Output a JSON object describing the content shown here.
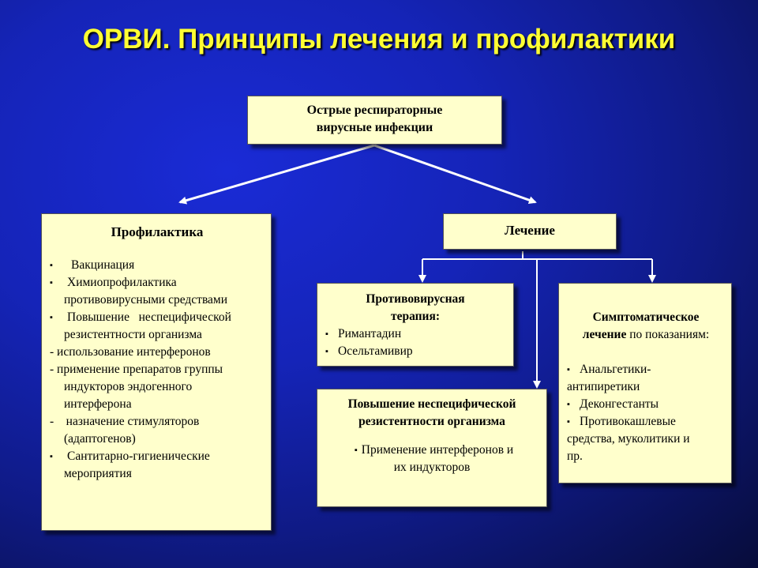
{
  "title": "ОРВИ. Принципы лечения и профилактики",
  "bullet": "▪",
  "root": {
    "line1": "Острые респираторные",
    "line2": "вирусные инфекции"
  },
  "prophylaxis": {
    "heading": "Профилактика",
    "items": [
      "Вакцинация",
      "Химиопрофилактика",
      "противовирусными средствами",
      "Повышение   неспецифической",
      "резистентности организма",
      "- использование интерферонов",
      "- применение препаратов группы",
      "индукторов эндогенного",
      "интерферона",
      "-    назначение стимуляторов",
      "(адаптогенов)",
      "Сантитарно-гигиенические",
      "мероприятия"
    ]
  },
  "treatment": {
    "heading": "Лечение"
  },
  "antiviral": {
    "heading1": "Противовирусная",
    "heading2": "терапия:",
    "items": [
      "Римантадин",
      "Осельтамивир"
    ]
  },
  "nonspecific": {
    "heading1": "Повышение неспецифической",
    "heading2": "резистентности организма",
    "item1": "Применение интерферонов и",
    "item2": "их индукторов"
  },
  "symptomatic": {
    "heading1": "Симптоматическое",
    "heading2_bold": "лечение",
    "heading2_rest": " по показаниям:",
    "items": [
      "Анальгетики-",
      "антипиретики",
      "Деконгестанты",
      "Противокашлевые",
      "средства, муколитики и",
      "пр."
    ]
  }
}
